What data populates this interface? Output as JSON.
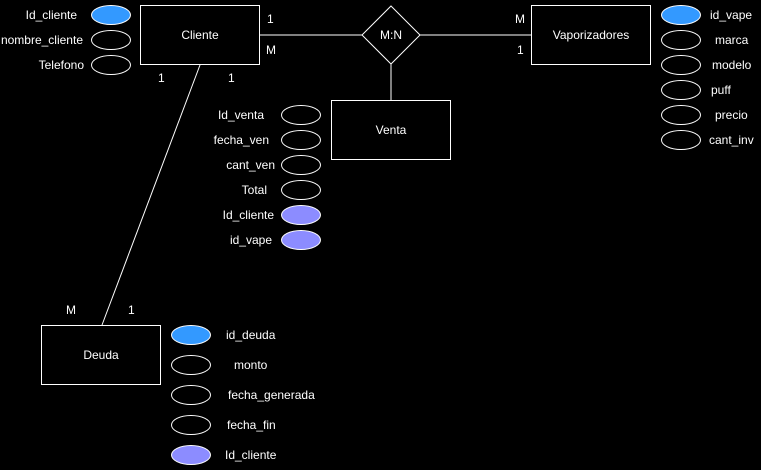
{
  "colors": {
    "background": "#000000",
    "line": "#ffffff",
    "primary_key": "#3399ff",
    "foreign_key": "#8c8cff",
    "regular": "#000000"
  },
  "entities": {
    "cliente": "Cliente",
    "vaporizadores": "Vaporizadores",
    "venta": "Venta",
    "deuda": "Deuda"
  },
  "relationship": {
    "label": "M:N"
  },
  "cardinalities": {
    "cliente_rel_1": "1",
    "cliente_rel_m": "M",
    "vape_rel_m": "M",
    "vape_rel_1": "1",
    "cliente_deuda_1a": "1",
    "cliente_deuda_1b": "1",
    "deuda_m": "M",
    "deuda_1": "1"
  },
  "attributes": {
    "cliente": [
      {
        "label": "Id_cliente",
        "kind": "pk"
      },
      {
        "label": "nombre_cliente",
        "kind": "regular"
      },
      {
        "label": "Telefono",
        "kind": "regular"
      }
    ],
    "vaporizadores": [
      {
        "label": "id_vape",
        "kind": "pk"
      },
      {
        "label": "marca",
        "kind": "regular"
      },
      {
        "label": "modelo",
        "kind": "regular"
      },
      {
        "label": "puff",
        "kind": "regular"
      },
      {
        "label": "precio",
        "kind": "regular"
      },
      {
        "label": "cant_inv",
        "kind": "regular"
      }
    ],
    "venta": [
      {
        "label": "Id_venta",
        "kind": "regular"
      },
      {
        "label": "fecha_ven",
        "kind": "regular"
      },
      {
        "label": "cant_ven",
        "kind": "regular"
      },
      {
        "label": "Total",
        "kind": "regular"
      },
      {
        "label": "Id_cliente",
        "kind": "fk"
      },
      {
        "label": "id_vape",
        "kind": "fk"
      }
    ],
    "deuda": [
      {
        "label": "id_deuda",
        "kind": "pk"
      },
      {
        "label": "monto",
        "kind": "regular"
      },
      {
        "label": "fecha_generada",
        "kind": "regular"
      },
      {
        "label": "fecha_fin",
        "kind": "regular"
      },
      {
        "label": "Id_cliente",
        "kind": "fk"
      }
    ]
  }
}
